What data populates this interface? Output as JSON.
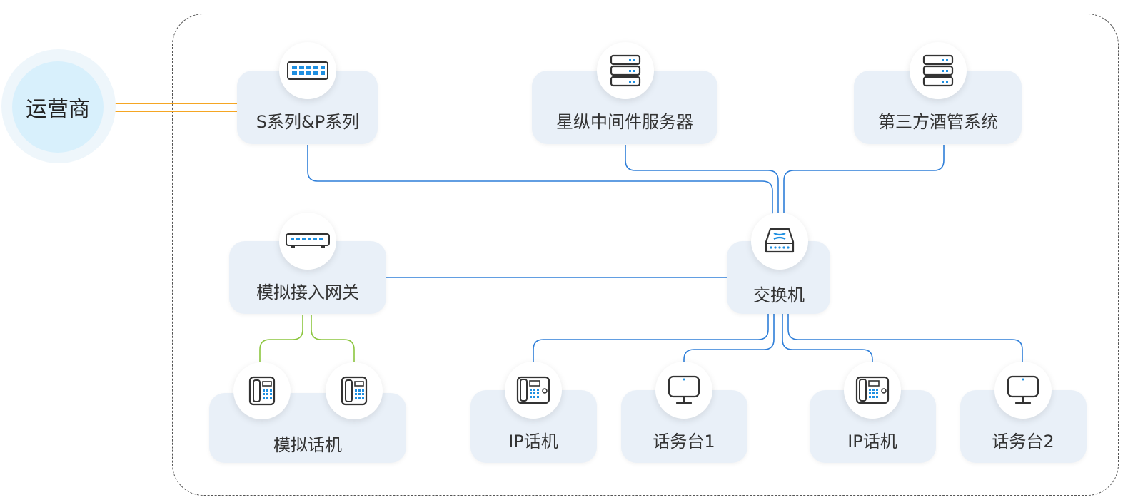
{
  "carrier": {
    "label": "运营商"
  },
  "nodes": {
    "sp_series": {
      "label": "S系列&P系列",
      "icon": "patch-panel-icon"
    },
    "middleware": {
      "label": "星纵中间件服务器",
      "icon": "server-icon"
    },
    "third_party": {
      "label": "第三方酒管系统",
      "icon": "server-icon"
    },
    "gateway": {
      "label": "模拟接入网关",
      "icon": "gateway-icon"
    },
    "switch": {
      "label": "交换机",
      "icon": "switch-icon"
    },
    "analog_phone": {
      "label": "模拟话机",
      "icon": "desk-phone-icon"
    },
    "ip_phone_1": {
      "label": "IP话机",
      "icon": "ip-phone-icon"
    },
    "console_1": {
      "label": "话务台1",
      "icon": "monitor-icon"
    },
    "ip_phone_2": {
      "label": "IP话机",
      "icon": "ip-phone-icon"
    },
    "console_2": {
      "label": "话务台2",
      "icon": "monitor-icon"
    }
  },
  "colors": {
    "link": "#2f7fd9",
    "trunk": "#f5a623",
    "analog": "#8cc63f",
    "card": "#e9f0f8"
  }
}
